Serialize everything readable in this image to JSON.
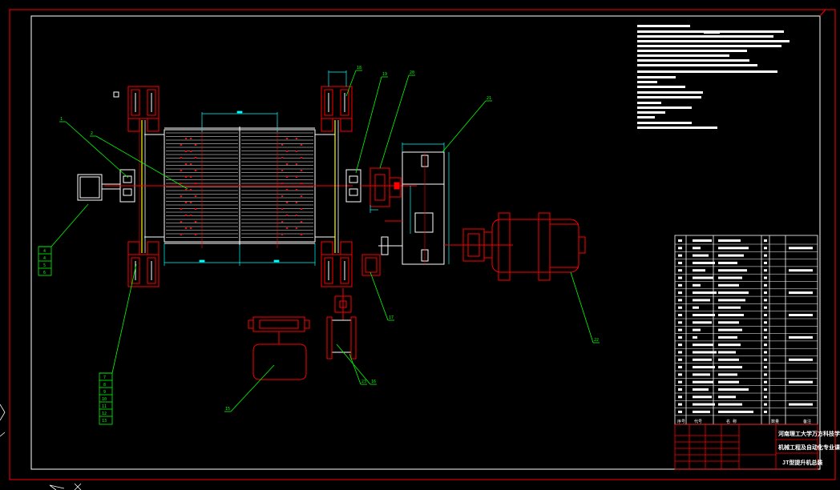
{
  "drawing": {
    "colors": {
      "background": "#000000",
      "border": "#ff0000",
      "parts": "#ff0000",
      "leaders": "#00ff00",
      "dimensions": "#00ffff",
      "text": "#ffffff",
      "rope": "#ffff00",
      "drum_grooves": "#ffffff"
    },
    "balloons_left_top": [
      "4",
      "4",
      "5",
      "6"
    ],
    "balloons_left_bottom": [
      "7",
      "8",
      "9",
      "10",
      "11",
      "12",
      "13"
    ],
    "balloon_labels": {
      "b1": "1",
      "b2": "2",
      "b15": "15",
      "b16": "16",
      "b17": "17",
      "b18": "18",
      "b19": "19",
      "b20": "20",
      "b21": "21",
      "b22": "22",
      "b23": "23"
    },
    "title_block": {
      "header_no": "序号",
      "header_code": "代号",
      "header_name": "名 称",
      "header_qty": "数量",
      "header_note": "备注",
      "title_line1": "河南理工大学万方科技学院",
      "title_line2": "机械工程及自动化专业课程设计",
      "title_line3": "JT型提升机总装"
    }
  }
}
